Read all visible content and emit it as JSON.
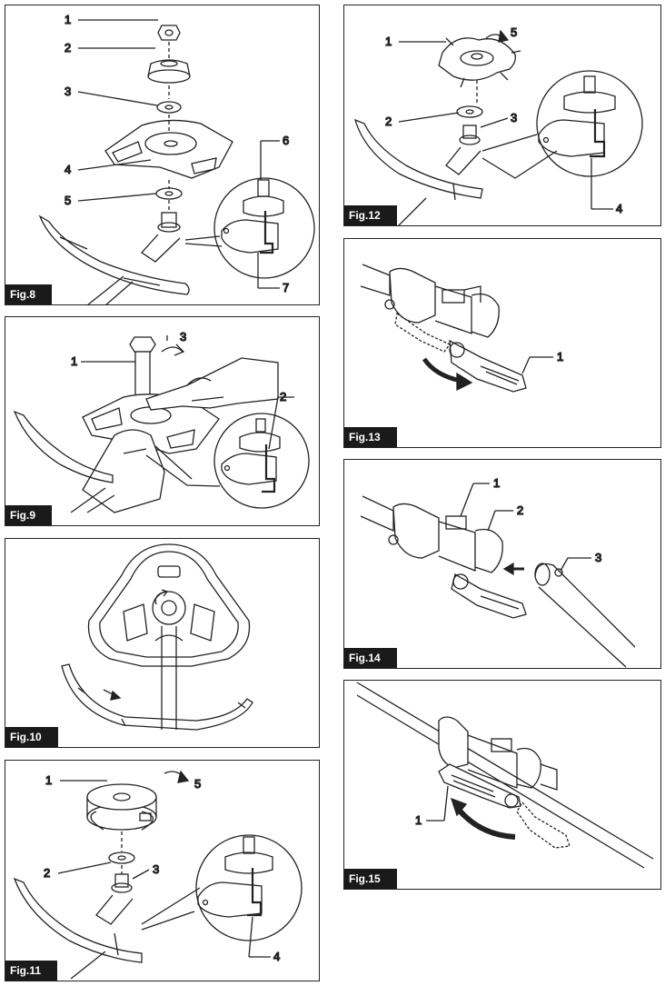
{
  "figures": {
    "fig8": {
      "label": "Fig.8",
      "callouts": [
        "1",
        "2",
        "3",
        "4",
        "5",
        "6",
        "7"
      ]
    },
    "fig9": {
      "label": "Fig.9",
      "callouts": [
        "1",
        "2",
        "3"
      ]
    },
    "fig10": {
      "label": "Fig.10"
    },
    "fig11": {
      "label": "Fig.11",
      "callouts": [
        "1",
        "2",
        "3",
        "4",
        "5"
      ]
    },
    "fig12": {
      "label": "Fig.12",
      "callouts": [
        "1",
        "2",
        "3",
        "4",
        "5"
      ]
    },
    "fig13": {
      "label": "Fig.13",
      "callouts": [
        "1"
      ]
    },
    "fig14": {
      "label": "Fig.14",
      "callouts": [
        "1",
        "2",
        "3"
      ]
    },
    "fig15": {
      "label": "Fig.15",
      "callouts": [
        "1"
      ]
    }
  }
}
